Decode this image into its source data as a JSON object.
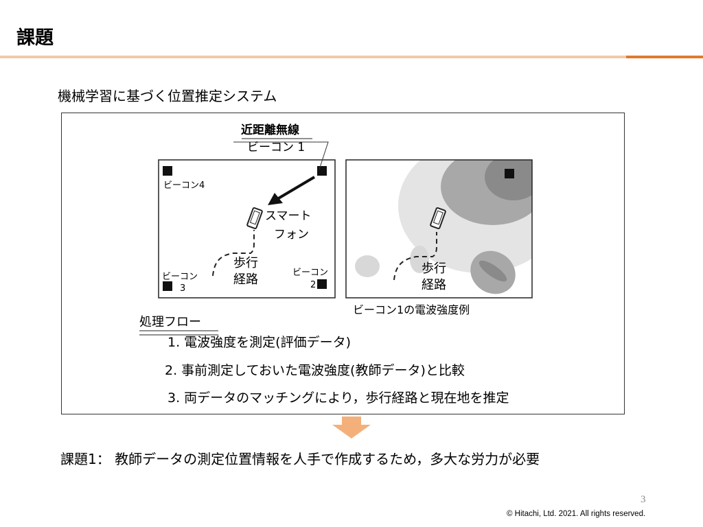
{
  "slide": {
    "title": "課題",
    "subtitle": "機械学習に基づく位置推定システム",
    "page_number": "3",
    "copyright": "© Hitachi, Ltd. 2021. All rights reserved.",
    "accent_color": "#E8A060"
  },
  "diagram_left": {
    "beacon1_line1": "近距離無線",
    "beacon1_line2": "ビーコン 1",
    "beacon4": "ビーコン4",
    "beacon3_line1": "ビーコン",
    "beacon3_line2": "3",
    "beacon2_line1": "ビーコン",
    "beacon2_line2": "2",
    "smartphone_line1": "スマート",
    "smartphone_line2": "フォン",
    "walk_line1": "歩行",
    "walk_line2": "経路"
  },
  "diagram_right": {
    "walk_line1": "歩行",
    "walk_line2": "経路",
    "caption": "ビーコン1の電波強度例"
  },
  "flow": {
    "title": "処理フロー",
    "steps": [
      "1. 電波強度を測定(評価データ)",
      "2. 事前測定しておいた電波強度(教師データ)と比較",
      "3. 両データのマッチングにより，歩行経路と現在地を推定"
    ]
  },
  "issue": "課題1：  教師データの測定位置情報を人手で作成するため，多大な労力が必要"
}
